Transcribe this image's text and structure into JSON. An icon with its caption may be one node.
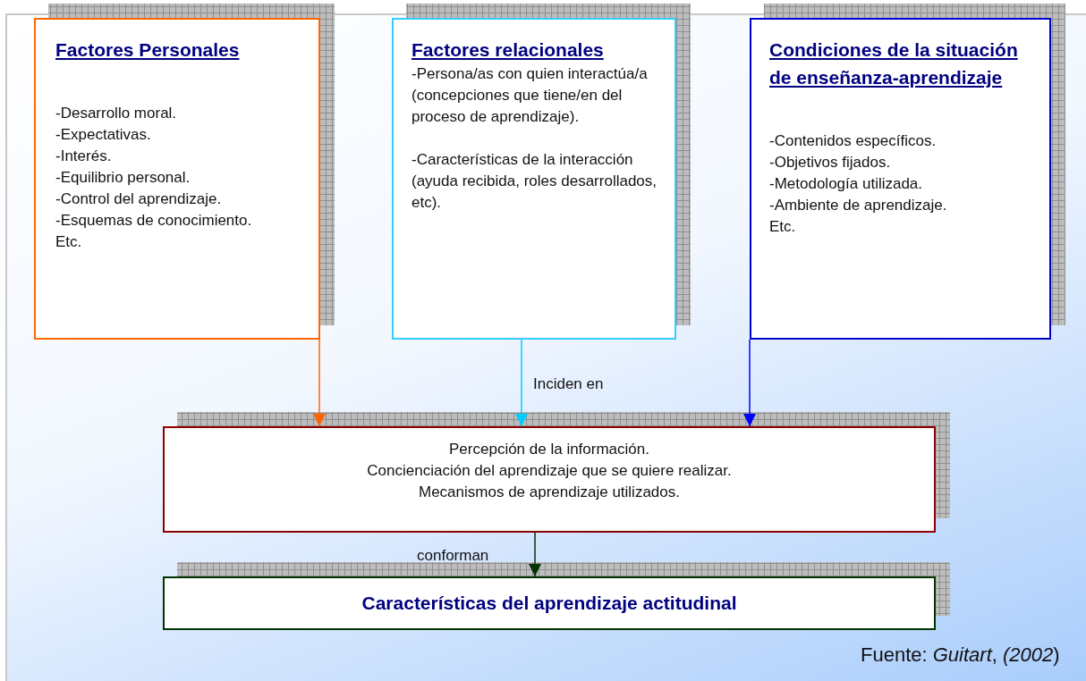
{
  "diagram": {
    "nodes": [
      {
        "text": [
          "Factores Personales",
          "-Desarrollo moral.",
          "-Expectativas.",
          "-Interés.",
          "-Equilibrio personal.",
          "-Control del aprendizaje.",
          "-Esquemas de conocimiento.",
          "Etc."
        ]
      },
      {
        "text": [
          "Factores relacionales",
          "-Persona/as con quien interactúa/a (concepciones que tiene/en del proceso de aprendizaje).",
          "-Características de la interacción (ayuda recibida, roles desarrollados, etc)."
        ]
      },
      {
        "text": [
          "Condiciones de la situación de enseñanza-aprendizaje",
          "-Contenidos específicos.",
          "-Objetivos fijados.",
          "-Metodología utilizada.",
          "-Ambiente de aprendizaje.",
          "Etc."
        ]
      },
      {
        "text": [
          "Percepción de la información.",
          "Concienciación del aprendizaje que se quiere realizar.",
          "Mecanismos de aprendizaje utilizados."
        ]
      },
      {
        "text": [
          "Características del aprendizaje actitudinal"
        ]
      }
    ],
    "edges": [
      {
        "from": 0,
        "to": 3,
        "arrow": "to",
        "color": "#ff6600"
      },
      {
        "from": 1,
        "to": 3,
        "arrow": "to",
        "label": "Inciden en",
        "color": "#00ccff"
      },
      {
        "from": 2,
        "to": 3,
        "arrow": "to",
        "color": "#0000ff"
      },
      {
        "from": 3,
        "to": 4,
        "arrow": "to",
        "label": "conforman",
        "color": "#003300"
      }
    ],
    "labels": [
      "Fuente: *Guitart*, *(2002*)"
    ]
  }
}
